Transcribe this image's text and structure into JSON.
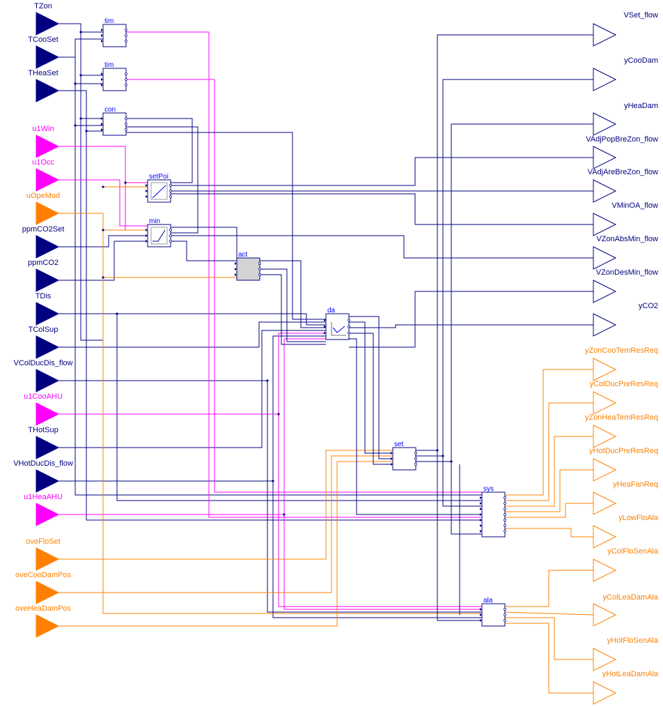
{
  "colors": {
    "real": "#000080",
    "boolean": "#ff00ff",
    "integer": "#ff8000",
    "block_border": "#000080",
    "block_fill": "#ffffff",
    "block_fill_gray": "#d3d3d3",
    "label_blue": "#0000ff"
  },
  "inputs": [
    {
      "name": "TZon",
      "type": "real"
    },
    {
      "name": "TCooSet",
      "type": "real"
    },
    {
      "name": "THeaSet",
      "type": "real"
    },
    {
      "name": "u1Win",
      "type": "boolean"
    },
    {
      "name": "u1Occ",
      "type": "boolean"
    },
    {
      "name": "uOpeMod",
      "type": "integer"
    },
    {
      "name": "ppmCO2Set",
      "type": "real"
    },
    {
      "name": "ppmCO2",
      "type": "real"
    },
    {
      "name": "TDis",
      "type": "real"
    },
    {
      "name": "TColSup",
      "type": "real"
    },
    {
      "name": "VColDucDis_flow",
      "type": "real"
    },
    {
      "name": "u1CooAHU",
      "type": "boolean"
    },
    {
      "name": "THotSup",
      "type": "real"
    },
    {
      "name": "VHotDucDis_flow",
      "type": "real"
    },
    {
      "name": "u1HeaAHU",
      "type": "boolean"
    },
    {
      "name": "oveFloSet",
      "type": "integer"
    },
    {
      "name": "oveCooDamPos",
      "type": "integer"
    },
    {
      "name": "oveHeaDamPos",
      "type": "integer"
    }
  ],
  "outputs": [
    {
      "name": "VSet_flow",
      "type": "real"
    },
    {
      "name": "yCooDam",
      "type": "real"
    },
    {
      "name": "yHeaDam",
      "type": "real"
    },
    {
      "name": "VAdjPopBreZon_flow",
      "type": "real"
    },
    {
      "name": "VAdjAreBreZon_flow",
      "type": "real"
    },
    {
      "name": "VMinOA_flow",
      "type": "real"
    },
    {
      "name": "VZonAbsMin_flow",
      "type": "real"
    },
    {
      "name": "VZonDesMin_flow",
      "type": "real"
    },
    {
      "name": "yCO2",
      "type": "real"
    },
    {
      "name": "yZonCooTemResReq",
      "type": "integer"
    },
    {
      "name": "yColDucPreResReq",
      "type": "integer"
    },
    {
      "name": "yZonHeaTemResReq",
      "type": "integer"
    },
    {
      "name": "yHotDucPreResReq",
      "type": "integer"
    },
    {
      "name": "yHeaFanReq",
      "type": "integer"
    },
    {
      "name": "yLowFloAla",
      "type": "integer"
    },
    {
      "name": "yColFloSenAla",
      "type": "integer"
    },
    {
      "name": "yColLeaDamAla",
      "type": "integer"
    },
    {
      "name": "yHotFloSenAla",
      "type": "integer"
    },
    {
      "name": "yHotLeaDamAla",
      "type": "integer"
    }
  ],
  "blocks": [
    {
      "id": "tim1",
      "label": "tim",
      "style": "plain"
    },
    {
      "id": "tim2",
      "label": "tim",
      "style": "plain"
    },
    {
      "id": "con",
      "label": "con",
      "style": "plain"
    },
    {
      "id": "setPoi",
      "label": "setPoi",
      "style": "ramp"
    },
    {
      "id": "min",
      "label": "min",
      "style": "limit"
    },
    {
      "id": "act",
      "label": "act",
      "style": "gray"
    },
    {
      "id": "da",
      "label": "da",
      "style": "curve"
    },
    {
      "id": "set",
      "label": "set",
      "style": "plain"
    },
    {
      "id": "sys",
      "label": "sys",
      "style": "plain"
    },
    {
      "id": "ala",
      "label": "ala",
      "style": "plain"
    }
  ]
}
